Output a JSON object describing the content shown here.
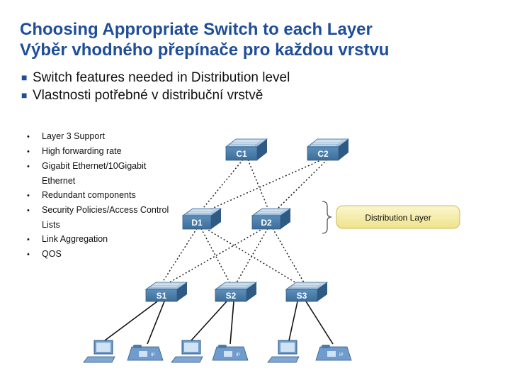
{
  "title": {
    "line1": "Choosing Appropriate Switch to each Layer",
    "line2": "Výběr vhodného přepínače pro každou vrstvu"
  },
  "bullets": [
    "Switch features needed in Distribution level",
    "Vlastnosti potřebné v distribuční vrstvě"
  ],
  "features": [
    "Layer 3 Support",
    "High forwarding rate",
    "Gigabit Ethernet/10Gigabit",
    "Ethernet",
    "Redundant components",
    "Security Policies/Access Control",
    "Lists",
    "Link Aggregation",
    "QOS"
  ],
  "core_switches": [
    "C1",
    "C2"
  ],
  "distribution_switches": [
    "D1",
    "D2"
  ],
  "access_switches": [
    "S1",
    "S2",
    "S3"
  ],
  "layer_label": "Distribution Layer",
  "phone_label": "IP",
  "colors": {
    "title": "#1f4e99",
    "switch": "#4a7ca8",
    "layer_box": "#f4eca0"
  }
}
